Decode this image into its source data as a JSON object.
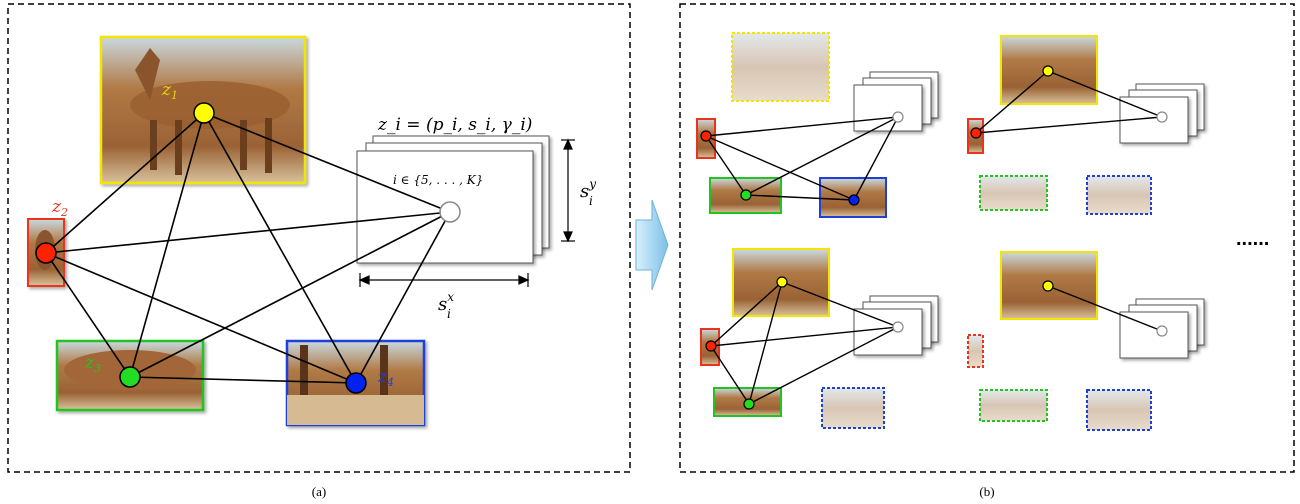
{
  "panels": {
    "left_caption": "(a)",
    "right_caption": "(b)"
  },
  "labels": {
    "z1": "z",
    "z1_sub": "1",
    "z2": "z",
    "z2_sub": "2",
    "z3": "z",
    "z3_sub": "3",
    "z4": "z",
    "z4_sub": "4",
    "formula": "z_i = (p_i, s_i, γ_i)",
    "index_set": "i ∈ {5, . . . , K}",
    "sx": "s",
    "sx_sub": "i",
    "sx_sup": "x",
    "sy": "s",
    "sy_sub": "i",
    "sy_sup": "y",
    "ellipsis": "......"
  },
  "colors": {
    "yellow": "#f2e600",
    "red": "#e8341c",
    "green": "#22c422",
    "blue": "#1e3fd8",
    "yellow_node": "#ffff00",
    "red_node": "#ff2200",
    "green_node": "#22dd22",
    "blue_node": "#0022ee",
    "horse": "#a0693a",
    "sky": "#b9d6e6",
    "ground": "#d9c3a0",
    "arrow": "#9fd3ee"
  },
  "icons": {
    "transition_arrow": "right-arrow-icon",
    "patch_image": "horse-image"
  }
}
